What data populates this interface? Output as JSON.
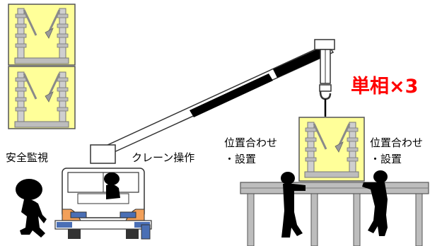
{
  "labels": {
    "phase_count": "単相×3",
    "safety_watch": "安全監視",
    "crane_operation": "クレーン操作",
    "position_align_left": "位置合わせ",
    "install_left": "・設置",
    "position_align_right": "位置合わせ",
    "install_right": "・設置"
  },
  "colors": {
    "panel_fill": "#ffff99",
    "equipment_gray": "#bdbdbd",
    "boom_black": "#000000",
    "accent_red": "#ff0000",
    "truck_blue": "#4a6fb5",
    "truck_orange": "#f2a05a"
  }
}
